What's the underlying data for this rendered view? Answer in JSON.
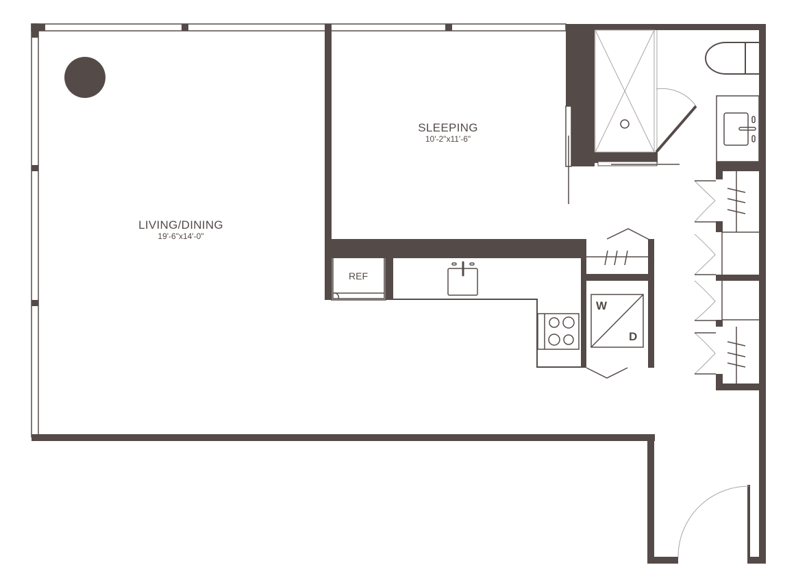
{
  "floorplan": {
    "rooms": [
      {
        "id": "living_dining",
        "name": "LIVING/DINING",
        "dimensions": "19'-6\"x14'-0\""
      },
      {
        "id": "sleeping",
        "name": "SLEEPING",
        "dimensions": "10'-2\"x11'-6\""
      }
    ],
    "fixtures": {
      "refrigerator": "REF",
      "washer": "W",
      "dryer": "D"
    },
    "colors": {
      "wall": "#544b49",
      "background": "#ffffff",
      "light_line": "#a9a5a4"
    }
  }
}
